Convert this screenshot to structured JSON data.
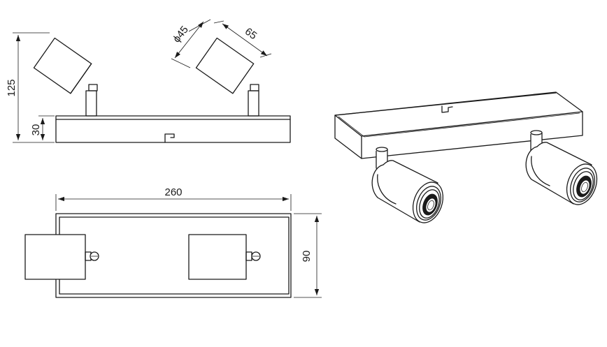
{
  "dimensions": {
    "height_total": "125",
    "height_base": "30",
    "diameter": "ϕ45",
    "length_head": "65",
    "width_total": "260",
    "depth_total": "90"
  }
}
